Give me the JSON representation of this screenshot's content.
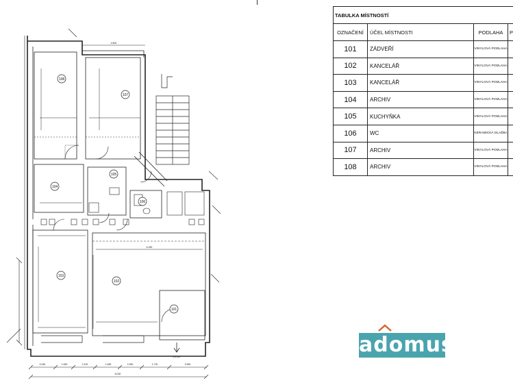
{
  "table": {
    "title": "TABULKA MÍSTNOSTÍ",
    "headers": [
      "OZNAČENÍ",
      "ÚČEL MÍSTNOSTI",
      "PODLAHA",
      "P"
    ],
    "rows": [
      {
        "no": "101",
        "use": "ZÁDVEŘÍ",
        "floor": "VINYLOVÁ PODLAHA"
      },
      {
        "no": "102",
        "use": "KANCELÁŘ",
        "floor": "VINYLOVÁ PODLAHA"
      },
      {
        "no": "103",
        "use": "KANCELÁŘ",
        "floor": "VINYLOVÁ PODLAHA"
      },
      {
        "no": "104",
        "use": "ARCHIV",
        "floor": "VINYLOVÁ PODLAHA"
      },
      {
        "no": "105",
        "use": "KUCHYŇKA",
        "floor": "VINYLOVÁ PODLAHA"
      },
      {
        "no": "106",
        "use": "WC",
        "floor": "KERAMICKÁ DLAŽBA"
      },
      {
        "no": "107",
        "use": "ARCHIV",
        "floor": "VINYLOVÁ PODLAHA"
      },
      {
        "no": "108",
        "use": "ARCHIV",
        "floor": "VINYLOVÁ PODLAHA"
      }
    ]
  },
  "plan": {
    "room_labels": [
      "108",
      "107",
      "104",
      "105",
      "106",
      "103",
      "102",
      "101"
    ],
    "entrance_label": "VSTUP",
    "dimensions": [
      "5.180",
      "1.950",
      "2.100",
      "1.480",
      "2.950",
      "1.720",
      "3.950",
      "8.030",
      "6.180",
      "4.800"
    ]
  },
  "logo": {
    "text": "adomus",
    "color": "#4aa4ae",
    "roof_color": "#d9622b"
  }
}
